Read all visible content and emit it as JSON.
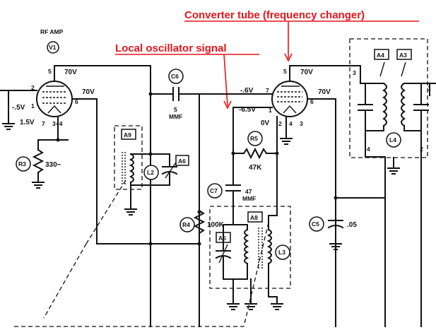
{
  "annotations": {
    "converter": "Converter tube (frequency changer)",
    "oscillator": "Local oscillator signal"
  },
  "rf_amp": {
    "title": "RF AMP",
    "tube_id": "V1",
    "plate_voltage": "70V",
    "screen_voltage": "70V",
    "grid_voltage": "-.5V",
    "cathode_voltage": "1.5V",
    "pin_5": "5",
    "pin_2": "2",
    "pin_1": "1",
    "pin_6": "6",
    "pin_7": "7",
    "pin_34": "3+4"
  },
  "converter": {
    "plate_voltage": "70V",
    "screen_voltage": "70V",
    "grid_voltage_1": "-.6V",
    "grid_voltage_2": "-6.5V",
    "cathode_voltage": "0V",
    "pin_5": "5",
    "pin_7": "7",
    "pin_1": "1",
    "pin_6": "6",
    "pin_2": "2",
    "pin_4": "4",
    "pin_3": "3"
  },
  "components": {
    "R3": "R3",
    "R3_value": "330~",
    "C6": "C6",
    "C6_value_a": "5",
    "C6_value_b": "MMF",
    "R5": "R5",
    "R5_value": "47K",
    "C7": "C7",
    "C7_value_a": "47",
    "C7_value_b": "MMF",
    "R4": "R4",
    "R4_value": "100K",
    "C5": "C5",
    "C5_value": ".05",
    "L2": "L2",
    "L3": "L3",
    "L4": "L4",
    "A3": "A3",
    "A4": "A4",
    "A5": "A5",
    "A6": "A6",
    "A8": "A8",
    "A9": "A9"
  },
  "if_transformer": {
    "pin_3": "3",
    "pin_4": "4",
    "pin_2": "2",
    "pin_1": "1"
  }
}
